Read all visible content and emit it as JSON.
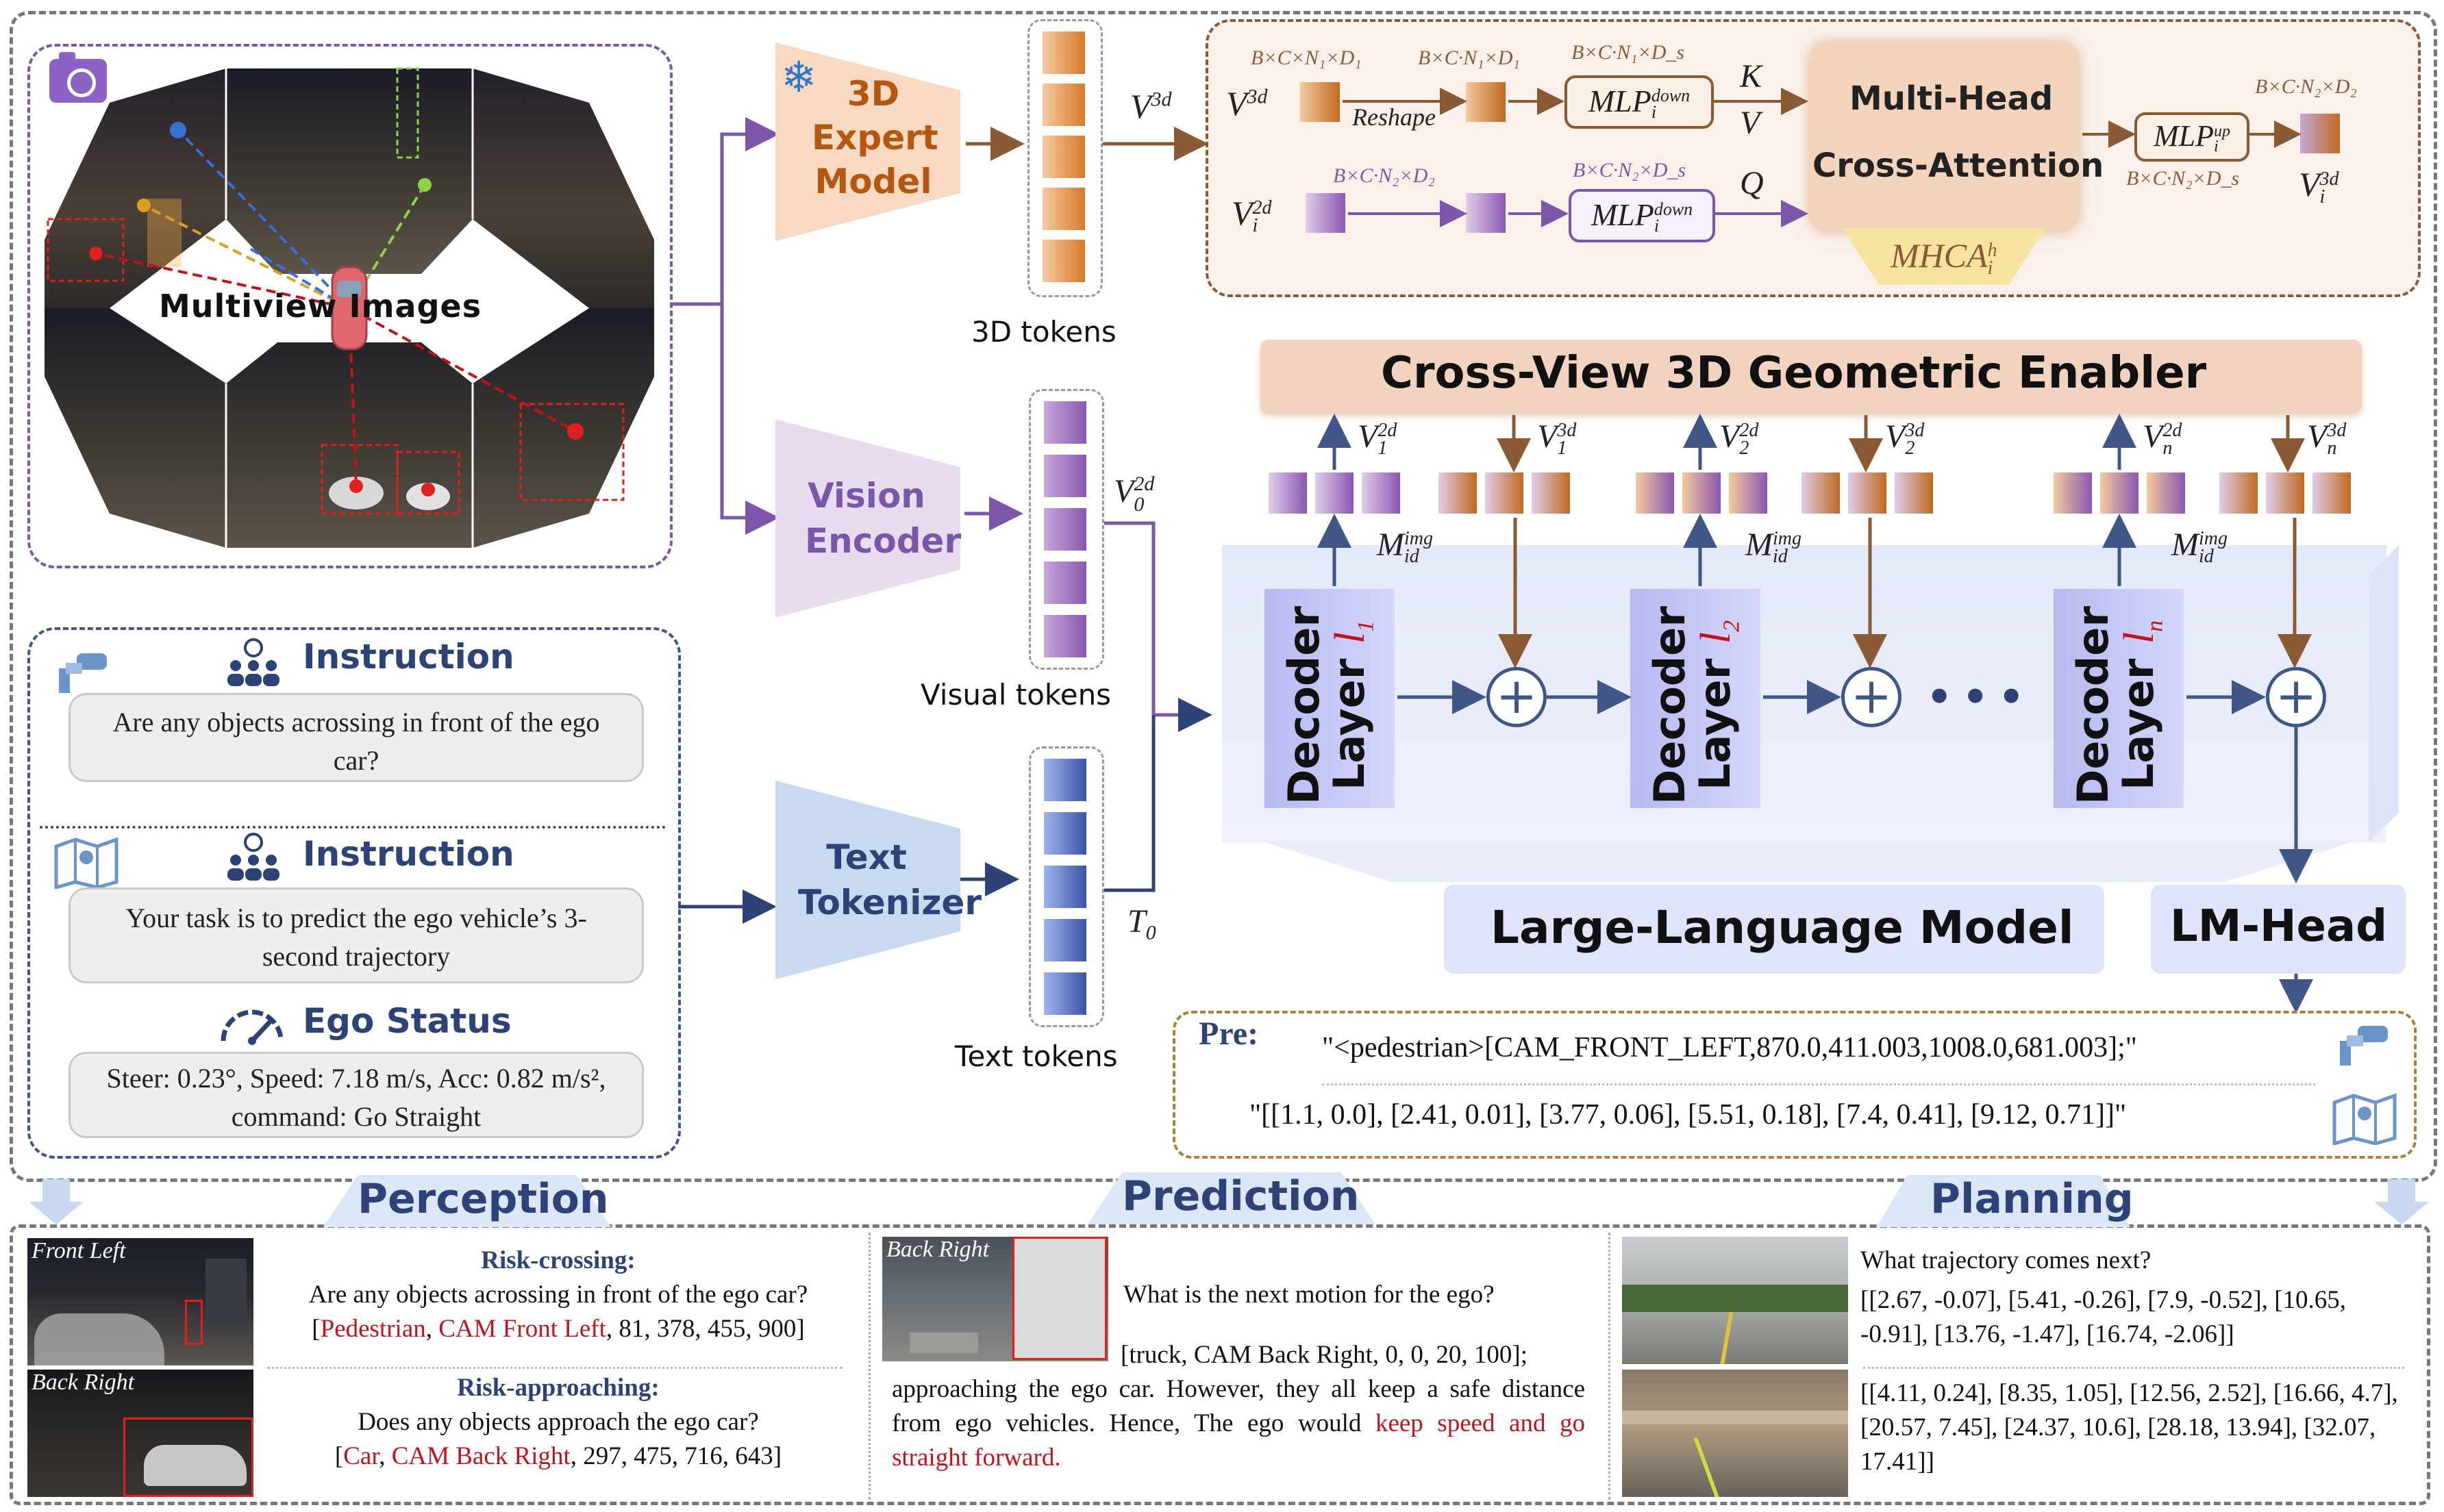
{
  "multiview": {
    "label": "Multiview Images"
  },
  "expert": {
    "title": "3D Expert Model",
    "tokens_label": "3D tokens",
    "out_label": "V",
    "out_sup": "3d"
  },
  "vision": {
    "title": "Vision Encoder",
    "tokens_label": "Visual tokens",
    "out_label": "V",
    "out_sup": "2d",
    "out_sub": "0"
  },
  "text": {
    "title": "Text Tokenizer",
    "tokens_label": "Text tokens",
    "out_label": "T",
    "out_sub": "0"
  },
  "mhca": {
    "title_line1": "Multi-Head",
    "title_line2": "Cross-Attention",
    "caption": "MHCA",
    "caption_sup": "h",
    "caption_sub": "i",
    "dims": {
      "d1": "B×C×N₁×D₁",
      "d2": "B×C·N₁×D₁",
      "d3": "B×C·N₁×D_s",
      "d4": "B×C·N₂×D₂",
      "d5": "B×C·N₂×D_s",
      "d6": "B×C·N₂×D₂",
      "d7": "B×C·N₂×D_s"
    },
    "v3d": "V",
    "v3d_sup": "3d",
    "v2d": "V",
    "v2d_sup": "2d",
    "v2d_sub": "i",
    "reshape": "Reshape",
    "mlp": "MLP",
    "mlp_down": "down",
    "mlp_up": "up",
    "mlp_sub": "i",
    "k": "K",
    "v": "V",
    "q": "Q",
    "out": "V",
    "out_sup": "3d",
    "out_sub": "i"
  },
  "enabler": {
    "title": "Cross-View 3D Geometric Enabler"
  },
  "decoders": [
    {
      "line1": "Decoder",
      "line2": "Layer",
      "l": "l",
      "sub": "1",
      "v2d_sub": "1",
      "v3d_sub": "1"
    },
    {
      "line1": "Decoder",
      "line2": "Layer",
      "l": "l",
      "sub": "2",
      "v2d_sub": "2",
      "v3d_sub": "2"
    },
    {
      "line1": "Decoder",
      "line2": "Layer",
      "l": "l",
      "sub": "n",
      "v2d_sub": "n",
      "v3d_sub": "n"
    }
  ],
  "m_label": {
    "m": "M",
    "sup": "img",
    "sub": "id"
  },
  "llm": {
    "title": "Large-Language Model",
    "head": "LM-Head"
  },
  "instruction1": {
    "heading": "Instruction",
    "text": "Are any objects acrossing in front of the ego car?"
  },
  "instruction2": {
    "heading": "Instruction",
    "text": "Your task is to predict the ego vehicle’s 3-second trajectory"
  },
  "ego": {
    "heading": "Ego Status",
    "text": "Steer: 0.23°, Speed: 7.18 m/s, Acc: 0.82 m/s², command: Go Straight"
  },
  "pre": {
    "label": "Pre:",
    "line1": "\"<pedestrian>[CAM_FRONT_LEFT,870.0,411.003,1008.0,681.003];\"",
    "line2": "\"[[1.1, 0.0], [2.41, 0.01], [3.77, 0.06], [5.51, 0.18], [7.4, 0.41], [9.12, 0.71]]\""
  },
  "perception": {
    "title": "Perception",
    "cam1": "Front Left",
    "cam2": "Back Right",
    "q1_title": "Risk-crossing:",
    "q1_text": "Are any objects acrossing in front of the ego car?",
    "q1_ans_a": "Pedestrian",
    "q1_ans_b": "CAM Front Left",
    "q1_ans_c": ", 81, 378, 455, 900]",
    "q2_title": "Risk-approaching:",
    "q2_text": "Does any objects approach the ego car?",
    "q2_ans_a": "Car",
    "q2_ans_b": "CAM Back Right",
    "q2_ans_c": ", 297, 475, 716, 643]"
  },
  "prediction": {
    "title": "Prediction",
    "cam": "Back Right",
    "question": "What is the next motion for the ego?",
    "ans_line1": "[truck, CAM Back Right, 0, 0, 20, 100];",
    "ans_body": "approaching the ego car. However, they all keep a safe distance from ego vehicles. Hence, The ego would ",
    "ans_red": "keep speed and go straight forward."
  },
  "planning": {
    "title": "Planning",
    "question": "What trajectory comes next?",
    "ans1": "[[2.67, -0.07], [5.41, -0.26], [7.9, -0.52], [10.65, -0.91], [13.76, -1.47], [16.74, -2.06]]",
    "ans2": "[[4.11, 0.24], [8.35, 1.05], [12.56, 2.52], [16.66, 4.7], [20.57, 7.45], [24.37, 10.6], [28.18, 13.94], [32.07, 17.41]]"
  },
  "colors": {
    "navy": "#2d4276",
    "purple": "#7c56a8",
    "brown": "#8a5a34",
    "orange": "#e07a22",
    "red": "#c0141a"
  },
  "icons": [
    "camera-icon",
    "snowflake-icon",
    "people-icon",
    "map-icon",
    "gauge-icon",
    "binoculars-icon"
  ]
}
